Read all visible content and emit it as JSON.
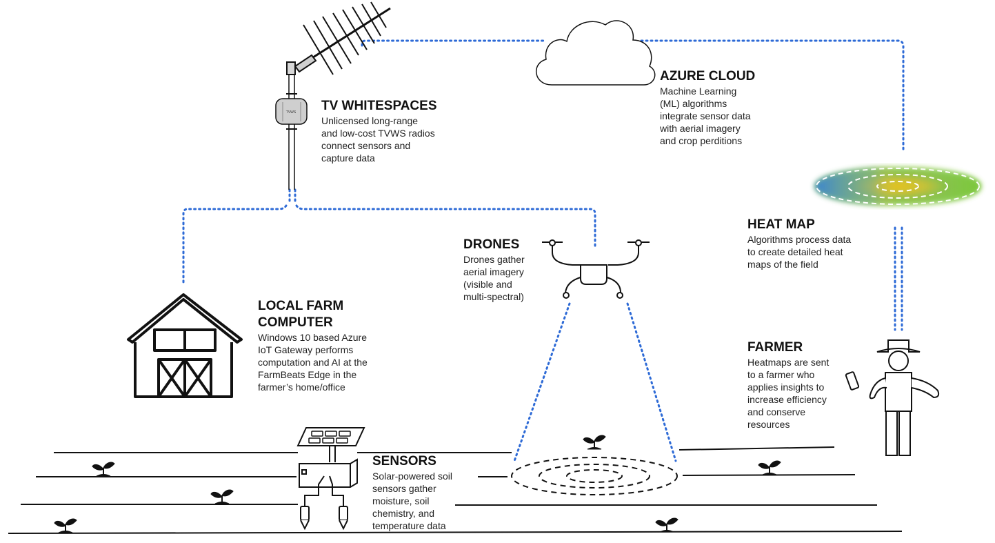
{
  "colors": {
    "connector": "#2d6ad6",
    "ink": "#111111",
    "heat_blue": "#3a84d1",
    "heat_yellow": "#e6c21d",
    "heat_green": "#7bc63a"
  },
  "icons": [
    "antenna-icon",
    "tvws-radio-icon",
    "cloud-icon",
    "heat-map-icon",
    "barn-icon",
    "drone-icon",
    "farmer-icon",
    "solar-sensor-icon",
    "sprout-icon"
  ],
  "tv_whitespaces": {
    "title": "TV WHITESPACES",
    "lines": [
      "Unlicensed long-range",
      "and low-cost TVWS radios",
      "connect sensors and",
      "capture data"
    ]
  },
  "azure_cloud": {
    "title": "AZURE CLOUD",
    "lines": [
      "Machine Learning",
      "(ML) algorithms",
      "integrate sensor data",
      "with aerial imagery",
      "and crop perditions"
    ]
  },
  "heat_map": {
    "title": "HEAT MAP",
    "lines": [
      "Algorithms process data",
      "to create detailed heat",
      "maps of the field"
    ]
  },
  "drones": {
    "title": "DRONES",
    "lines": [
      "Drones gather",
      "aerial imagery",
      "(visible and",
      "multi-spectral)"
    ]
  },
  "local_farm_computer": {
    "title_lines": [
      "LOCAL FARM",
      "COMPUTER"
    ],
    "lines": [
      "Windows 10 based Azure",
      "IoT Gateway performs",
      "computation and AI at the",
      "FarmBeats Edge in the",
      "farmer’s home/office"
    ]
  },
  "farmer": {
    "title": "FARMER",
    "lines": [
      "Heatmaps are sent",
      "to a farmer who",
      "applies insights to",
      "increase efficiency",
      "and conserve",
      "resources"
    ]
  },
  "sensors": {
    "title": "SENSORS",
    "lines": [
      "Solar-powered soil",
      "sensors gather",
      "moisture, soil",
      "chemistry, and",
      "temperature data"
    ]
  },
  "radio_label": "TVWS"
}
